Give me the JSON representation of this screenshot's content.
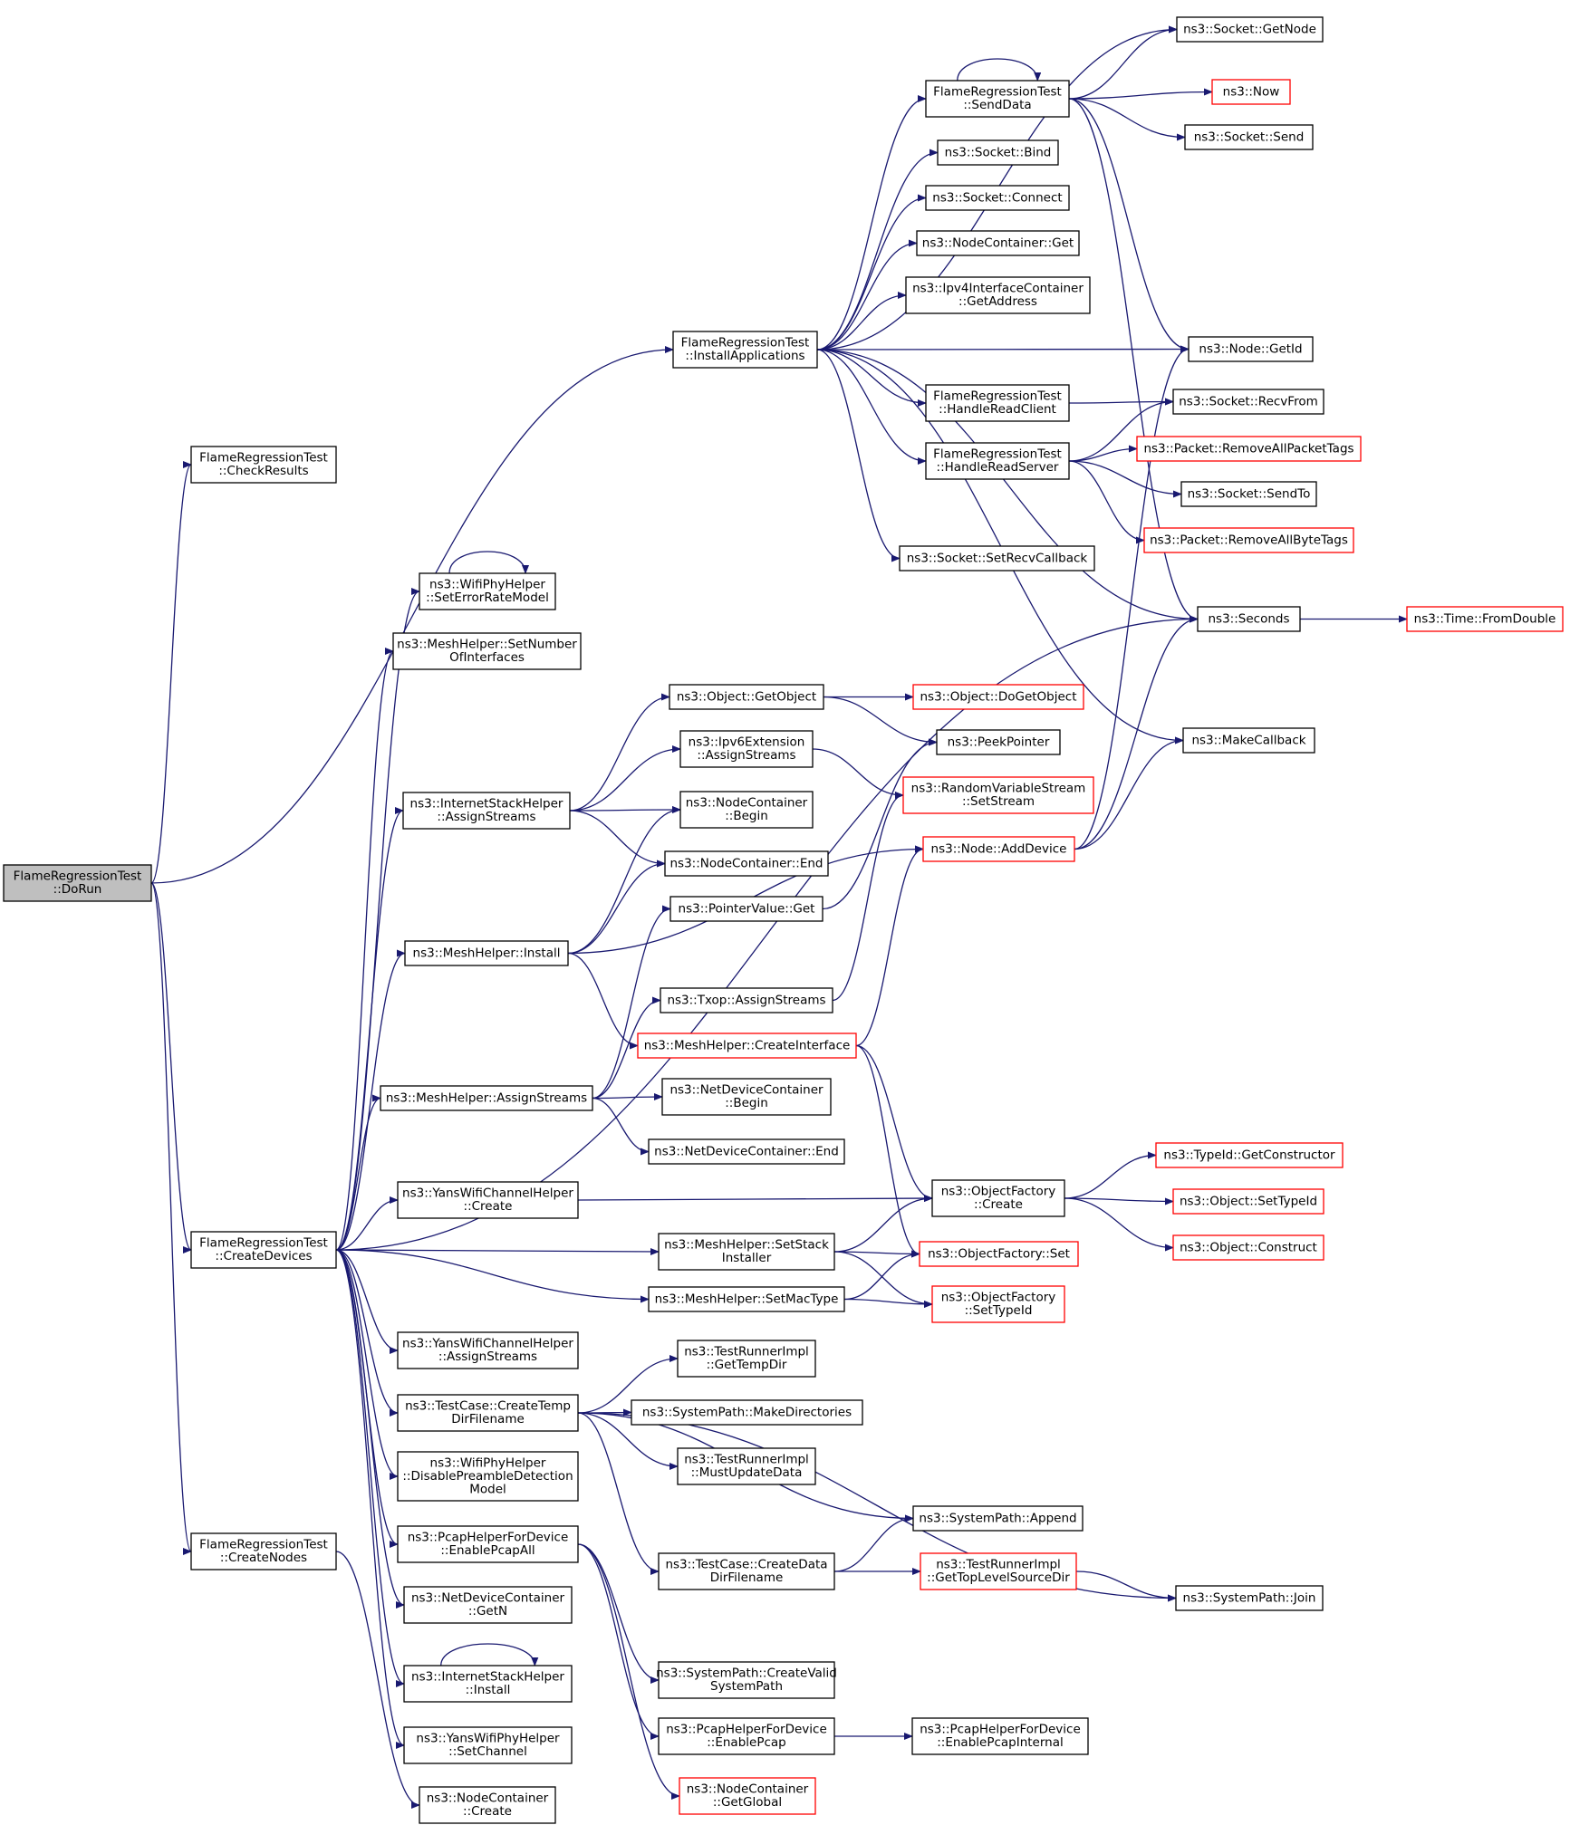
{
  "nodes": [
    {
      "id": "dorun",
      "lines": [
        "FlameRegressionTest",
        "::DoRun"
      ],
      "root": true
    },
    {
      "id": "checkresults",
      "lines": [
        "FlameRegressionTest",
        "::CheckResults"
      ]
    },
    {
      "id": "installapps",
      "lines": [
        "FlameRegressionTest",
        "::InstallApplications"
      ]
    },
    {
      "id": "createdevices",
      "lines": [
        "FlameRegressionTest",
        "::CreateDevices"
      ]
    },
    {
      "id": "createnodes",
      "lines": [
        "FlameRegressionTest",
        "::CreateNodes"
      ]
    },
    {
      "id": "sock_getnode",
      "lines": [
        "ns3::Socket::GetNode"
      ]
    },
    {
      "id": "senddata",
      "lines": [
        "FlameRegressionTest",
        "::SendData"
      ]
    },
    {
      "id": "now",
      "lines": [
        "ns3::Now"
      ],
      "red": true
    },
    {
      "id": "sock_send",
      "lines": [
        "ns3::Socket::Send"
      ]
    },
    {
      "id": "sock_bind",
      "lines": [
        "ns3::Socket::Bind"
      ]
    },
    {
      "id": "sock_connect",
      "lines": [
        "ns3::Socket::Connect"
      ]
    },
    {
      "id": "nc_get",
      "lines": [
        "ns3::NodeContainer::Get"
      ]
    },
    {
      "id": "ipv4ic_getaddr",
      "lines": [
        "ns3::Ipv4InterfaceContainer",
        "::GetAddress"
      ]
    },
    {
      "id": "node_getid",
      "lines": [
        "ns3::Node::GetId"
      ]
    },
    {
      "id": "handlereadclient",
      "lines": [
        "FlameRegressionTest",
        "::HandleReadClient"
      ]
    },
    {
      "id": "sock_recvfrom",
      "lines": [
        "ns3::Socket::RecvFrom"
      ]
    },
    {
      "id": "handlereadserver",
      "lines": [
        "FlameRegressionTest",
        "::HandleReadServer"
      ]
    },
    {
      "id": "pkt_rmpkttags",
      "lines": [
        "ns3::Packet::RemoveAllPacketTags"
      ],
      "red": true
    },
    {
      "id": "sock_sendto",
      "lines": [
        "ns3::Socket::SendTo"
      ]
    },
    {
      "id": "pkt_rmbytetags",
      "lines": [
        "ns3::Packet::RemoveAllByteTags"
      ],
      "red": true
    },
    {
      "id": "sock_setrecvcb",
      "lines": [
        "ns3::Socket::SetRecvCallback"
      ]
    },
    {
      "id": "seconds",
      "lines": [
        "ns3::Seconds"
      ]
    },
    {
      "id": "time_fromdouble",
      "lines": [
        "ns3::Time::FromDouble"
      ],
      "red": true
    },
    {
      "id": "wifi_seterr",
      "lines": [
        "ns3::WifiPhyHelper",
        "::SetErrorRateModel"
      ]
    },
    {
      "id": "mesh_setnumif",
      "lines": [
        "ns3::MeshHelper::SetNumber",
        "OfInterfaces"
      ]
    },
    {
      "id": "obj_getobject",
      "lines": [
        "ns3::Object::GetObject"
      ]
    },
    {
      "id": "obj_dogetobject",
      "lines": [
        "ns3::Object::DoGetObject"
      ],
      "red": true
    },
    {
      "id": "peekpointer",
      "lines": [
        "ns3::PeekPointer"
      ]
    },
    {
      "id": "makecallback",
      "lines": [
        "ns3::MakeCallback"
      ]
    },
    {
      "id": "ipv6ext_assign",
      "lines": [
        "ns3::Ipv6Extension",
        "::AssignStreams"
      ]
    },
    {
      "id": "rvs_setstream",
      "lines": [
        "ns3::RandomVariableStream",
        "::SetStream"
      ],
      "red": true
    },
    {
      "id": "ish_assign",
      "lines": [
        "ns3::InternetStackHelper",
        "::AssignStreams"
      ]
    },
    {
      "id": "nc_begin",
      "lines": [
        "ns3::NodeContainer",
        "::Begin"
      ]
    },
    {
      "id": "node_adddevice",
      "lines": [
        "ns3::Node::AddDevice"
      ],
      "red": true
    },
    {
      "id": "nc_end",
      "lines": [
        "ns3::NodeContainer::End"
      ]
    },
    {
      "id": "pv_get",
      "lines": [
        "ns3::PointerValue::Get"
      ]
    },
    {
      "id": "mesh_install",
      "lines": [
        "ns3::MeshHelper::Install"
      ]
    },
    {
      "id": "txop_assign",
      "lines": [
        "ns3::Txop::AssignStreams"
      ]
    },
    {
      "id": "mesh_createif",
      "lines": [
        "ns3::MeshHelper::CreateInterface"
      ],
      "red": true
    },
    {
      "id": "mesh_assign",
      "lines": [
        "ns3::MeshHelper::AssignStreams"
      ]
    },
    {
      "id": "ndc_begin",
      "lines": [
        "ns3::NetDeviceContainer",
        "::Begin"
      ]
    },
    {
      "id": "ndc_end",
      "lines": [
        "ns3::NetDeviceContainer::End"
      ]
    },
    {
      "id": "typeid_getctor",
      "lines": [
        "ns3::TypeId::GetConstructor"
      ],
      "red": true
    },
    {
      "id": "ywch_create",
      "lines": [
        "ns3::YansWifiChannelHelper",
        "::Create"
      ]
    },
    {
      "id": "of_create",
      "lines": [
        "ns3::ObjectFactory",
        "::Create"
      ]
    },
    {
      "id": "obj_settypeid",
      "lines": [
        "ns3::Object::SetTypeId"
      ],
      "red": true
    },
    {
      "id": "obj_construct",
      "lines": [
        "ns3::Object::Construct"
      ],
      "red": true
    },
    {
      "id": "mesh_setstack",
      "lines": [
        "ns3::MeshHelper::SetStack",
        "Installer"
      ]
    },
    {
      "id": "of_set",
      "lines": [
        "ns3::ObjectFactory::Set"
      ],
      "red": true
    },
    {
      "id": "mesh_setmac",
      "lines": [
        "ns3::MeshHelper::SetMacType"
      ]
    },
    {
      "id": "of_settypeid",
      "lines": [
        "ns3::ObjectFactory",
        "::SetTypeId"
      ],
      "red": true
    },
    {
      "id": "ywch_assign",
      "lines": [
        "ns3::YansWifiChannelHelper",
        "::AssignStreams"
      ]
    },
    {
      "id": "tri_gettempdir",
      "lines": [
        "ns3::TestRunnerImpl",
        "::GetTempDir"
      ]
    },
    {
      "id": "tc_createtemp",
      "lines": [
        "ns3::TestCase::CreateTemp",
        "DirFilename"
      ]
    },
    {
      "id": "sp_makedirs",
      "lines": [
        "ns3::SystemPath::MakeDirectories"
      ]
    },
    {
      "id": "tri_mustupdate",
      "lines": [
        "ns3::TestRunnerImpl",
        "::MustUpdateData"
      ]
    },
    {
      "id": "wifi_disablepre",
      "lines": [
        "ns3::WifiPhyHelper",
        "::DisablePreambleDetection",
        "Model"
      ]
    },
    {
      "id": "sp_append",
      "lines": [
        "ns3::SystemPath::Append"
      ]
    },
    {
      "id": "phd_enablepcapall",
      "lines": [
        "ns3::PcapHelperForDevice",
        "::EnablePcapAll"
      ]
    },
    {
      "id": "tc_createdata",
      "lines": [
        "ns3::TestCase::CreateData",
        "DirFilename"
      ]
    },
    {
      "id": "tri_gettoplevel",
      "lines": [
        "ns3::TestRunnerImpl",
        "::GetTopLevelSourceDir"
      ],
      "red": true
    },
    {
      "id": "ndc_getn",
      "lines": [
        "ns3::NetDeviceContainer",
        "::GetN"
      ]
    },
    {
      "id": "sp_join",
      "lines": [
        "ns3::SystemPath::Join"
      ]
    },
    {
      "id": "ish_install",
      "lines": [
        "ns3::InternetStackHelper",
        "::Install"
      ]
    },
    {
      "id": "sp_createvalid",
      "lines": [
        "ns3::SystemPath::CreateValid",
        "SystemPath"
      ]
    },
    {
      "id": "ywph_setchannel",
      "lines": [
        "ns3::YansWifiPhyHelper",
        "::SetChannel"
      ]
    },
    {
      "id": "phd_enablepcap",
      "lines": [
        "ns3::PcapHelperForDevice",
        "::EnablePcap"
      ]
    },
    {
      "id": "phd_enablepcapint",
      "lines": [
        "ns3::PcapHelperForDevice",
        "::EnablePcapInternal"
      ]
    },
    {
      "id": "nc_create",
      "lines": [
        "ns3::NodeContainer",
        "::Create"
      ]
    },
    {
      "id": "nc_getglobal",
      "lines": [
        "ns3::NodeContainer",
        "::GetGlobal"
      ],
      "red": true
    }
  ],
  "edges": [
    [
      "dorun",
      "checkresults"
    ],
    [
      "dorun",
      "installapps"
    ],
    [
      "dorun",
      "createdevices"
    ],
    [
      "dorun",
      "createnodes"
    ],
    [
      "installapps",
      "sock_getnode"
    ],
    [
      "installapps",
      "senddata"
    ],
    [
      "installapps",
      "sock_bind"
    ],
    [
      "installapps",
      "sock_connect"
    ],
    [
      "installapps",
      "nc_get"
    ],
    [
      "installapps",
      "ipv4ic_getaddr"
    ],
    [
      "installapps",
      "node_getid"
    ],
    [
      "installapps",
      "handlereadclient"
    ],
    [
      "installapps",
      "handlereadserver"
    ],
    [
      "installapps",
      "sock_setrecvcb"
    ],
    [
      "installapps",
      "seconds"
    ],
    [
      "installapps",
      "makecallback"
    ],
    [
      "senddata",
      "senddata"
    ],
    [
      "senddata",
      "sock_getnode"
    ],
    [
      "senddata",
      "now"
    ],
    [
      "senddata",
      "sock_send"
    ],
    [
      "senddata",
      "node_getid"
    ],
    [
      "senddata",
      "seconds"
    ],
    [
      "handlereadclient",
      "sock_recvfrom"
    ],
    [
      "handlereadserver",
      "sock_recvfrom"
    ],
    [
      "handlereadserver",
      "pkt_rmpkttags"
    ],
    [
      "handlereadserver",
      "sock_sendto"
    ],
    [
      "handlereadserver",
      "pkt_rmbytetags"
    ],
    [
      "seconds",
      "time_fromdouble"
    ],
    [
      "createdevices",
      "wifi_seterr"
    ],
    [
      "createdevices",
      "mesh_setnumif"
    ],
    [
      "createdevices",
      "seconds"
    ],
    [
      "createdevices",
      "ish_assign"
    ],
    [
      "createdevices",
      "mesh_install"
    ],
    [
      "createdevices",
      "mesh_assign"
    ],
    [
      "createdevices",
      "ywch_create"
    ],
    [
      "createdevices",
      "mesh_setstack"
    ],
    [
      "createdevices",
      "mesh_setmac"
    ],
    [
      "createdevices",
      "ywch_assign"
    ],
    [
      "createdevices",
      "tc_createtemp"
    ],
    [
      "createdevices",
      "wifi_disablepre"
    ],
    [
      "createdevices",
      "phd_enablepcapall"
    ],
    [
      "createdevices",
      "ndc_getn"
    ],
    [
      "createdevices",
      "ish_install"
    ],
    [
      "createdevices",
      "ywph_setchannel"
    ],
    [
      "wifi_seterr",
      "wifi_seterr"
    ],
    [
      "ish_assign",
      "obj_getobject"
    ],
    [
      "ish_assign",
      "ipv6ext_assign"
    ],
    [
      "ish_assign",
      "nc_begin"
    ],
    [
      "ish_assign",
      "nc_end"
    ],
    [
      "obj_getobject",
      "obj_dogetobject"
    ],
    [
      "obj_getobject",
      "peekpointer"
    ],
    [
      "ipv6ext_assign",
      "rvs_setstream"
    ],
    [
      "mesh_install",
      "nc_begin"
    ],
    [
      "mesh_install",
      "nc_end"
    ],
    [
      "mesh_install",
      "node_adddevice"
    ],
    [
      "mesh_install",
      "mesh_createif"
    ],
    [
      "node_adddevice",
      "node_getid"
    ],
    [
      "node_adddevice",
      "seconds"
    ],
    [
      "node_adddevice",
      "makecallback"
    ],
    [
      "pv_get",
      "peekpointer"
    ],
    [
      "txop_assign",
      "rvs_setstream"
    ],
    [
      "mesh_createif",
      "node_adddevice"
    ],
    [
      "mesh_createif",
      "of_create"
    ],
    [
      "mesh_createif",
      "of_set"
    ],
    [
      "mesh_assign",
      "pv_get"
    ],
    [
      "mesh_assign",
      "txop_assign"
    ],
    [
      "mesh_assign",
      "ndc_begin"
    ],
    [
      "mesh_assign",
      "ndc_end"
    ],
    [
      "ywch_create",
      "of_create"
    ],
    [
      "of_create",
      "typeid_getctor"
    ],
    [
      "of_create",
      "obj_settypeid"
    ],
    [
      "of_create",
      "obj_construct"
    ],
    [
      "mesh_setstack",
      "of_create"
    ],
    [
      "mesh_setstack",
      "of_set"
    ],
    [
      "mesh_setstack",
      "of_settypeid"
    ],
    [
      "mesh_setmac",
      "of_set"
    ],
    [
      "mesh_setmac",
      "of_settypeid"
    ],
    [
      "tc_createtemp",
      "tri_gettempdir"
    ],
    [
      "tc_createtemp",
      "sp_makedirs"
    ],
    [
      "tc_createtemp",
      "tri_mustupdate"
    ],
    [
      "tc_createtemp",
      "sp_append"
    ],
    [
      "tc_createtemp",
      "tc_createdata"
    ],
    [
      "tc_createtemp",
      "sp_join"
    ],
    [
      "tc_createdata",
      "sp_append"
    ],
    [
      "tc_createdata",
      "tri_gettoplevel"
    ],
    [
      "tri_gettoplevel",
      "sp_join"
    ],
    [
      "phd_enablepcapall",
      "sp_createvalid"
    ],
    [
      "phd_enablepcapall",
      "phd_enablepcap"
    ],
    [
      "phd_enablepcapall",
      "nc_getglobal"
    ],
    [
      "phd_enablepcap",
      "phd_enablepcapint"
    ],
    [
      "ish_install",
      "ish_install"
    ],
    [
      "createnodes",
      "nc_create"
    ]
  ]
}
